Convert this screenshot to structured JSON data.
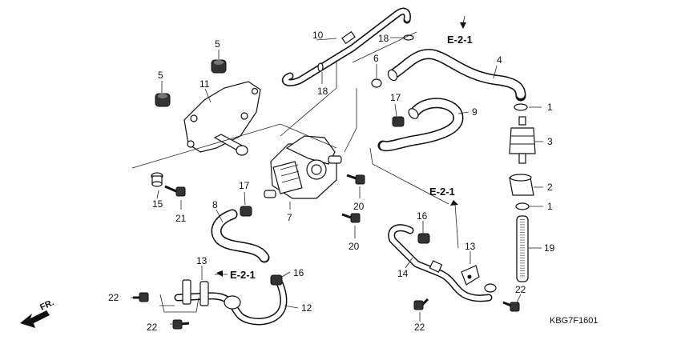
{
  "diagram": {
    "drawing_code": "KBG7F1601",
    "direction_label": "FR.",
    "ref_labels": [
      "E-2-1",
      "E-2-1",
      "E-2-1"
    ],
    "callouts": [
      {
        "id": "c1a",
        "text": "1"
      },
      {
        "id": "c1b",
        "text": "1"
      },
      {
        "id": "c2",
        "text": "2"
      },
      {
        "id": "c3",
        "text": "3"
      },
      {
        "id": "c4",
        "text": "4"
      },
      {
        "id": "c5a",
        "text": "5"
      },
      {
        "id": "c5b",
        "text": "5"
      },
      {
        "id": "c6",
        "text": "6"
      },
      {
        "id": "c7",
        "text": "7"
      },
      {
        "id": "c8",
        "text": "8"
      },
      {
        "id": "c9",
        "text": "9"
      },
      {
        "id": "c10",
        "text": "10"
      },
      {
        "id": "c11",
        "text": "11"
      },
      {
        "id": "c12",
        "text": "12"
      },
      {
        "id": "c13a",
        "text": "13"
      },
      {
        "id": "c13b",
        "text": "13"
      },
      {
        "id": "c14",
        "text": "14"
      },
      {
        "id": "c15",
        "text": "15"
      },
      {
        "id": "c16a",
        "text": "16"
      },
      {
        "id": "c16b",
        "text": "16"
      },
      {
        "id": "c17a",
        "text": "17"
      },
      {
        "id": "c17b",
        "text": "17"
      },
      {
        "id": "c18a",
        "text": "18"
      },
      {
        "id": "c18b",
        "text": "18"
      },
      {
        "id": "c19",
        "text": "19"
      },
      {
        "id": "c20a",
        "text": "20"
      },
      {
        "id": "c20b",
        "text": "20"
      },
      {
        "id": "c21",
        "text": "21"
      },
      {
        "id": "c22a",
        "text": "22"
      },
      {
        "id": "c22b",
        "text": "22"
      },
      {
        "id": "c22c",
        "text": "22"
      },
      {
        "id": "c22d",
        "text": "22"
      }
    ]
  }
}
